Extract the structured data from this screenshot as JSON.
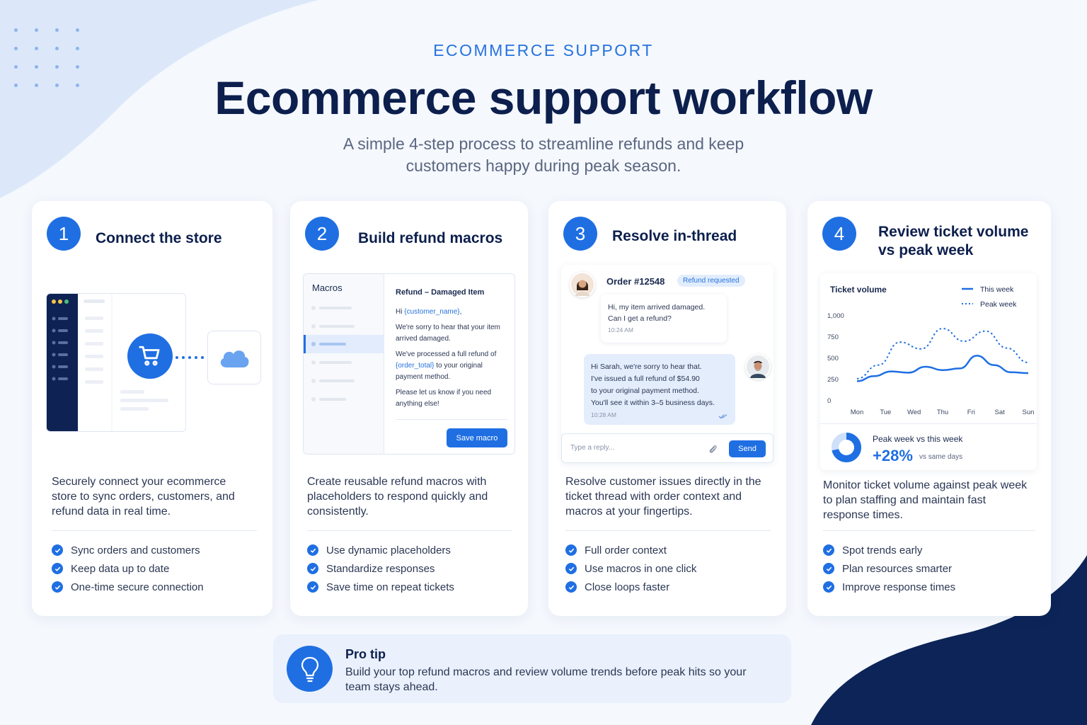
{
  "header": {
    "eyebrow": "ECOMMERCE SUPPORT",
    "title": "Ecommerce support workflow",
    "subtitle": "A simple 4-step process to streamline refunds and keep customers happy during peak season."
  },
  "colors": {
    "accent": "#1f6fe3",
    "navy": "#0c1f4d",
    "light": "#eaf1fd"
  },
  "steps": [
    {
      "number": "1",
      "title": "Connect the store",
      "description": "Securely connect your ecommerce store to sync orders, customers, and refund data in real time.",
      "checks": [
        "Sync orders and customers",
        "Keep data up to date",
        "One-time secure connection"
      ]
    },
    {
      "number": "2",
      "title": "Build refund macros",
      "description": "Create reusable refund macros with placeholders to respond quickly and consistently.",
      "checks": [
        "Use dynamic placeholders",
        "Standardize responses",
        "Save time on repeat tickets"
      ]
    },
    {
      "number": "3",
      "title": "Resolve in-thread",
      "description": "Resolve customer issues directly in the ticket thread with order context and macros at your fingertips.",
      "checks": [
        "Full order context",
        "Use macros in one click",
        "Close loops faster"
      ]
    },
    {
      "number": "4",
      "title": "Review ticket volume vs peak week",
      "description": "Monitor ticket volume against peak week to plan staffing and maintain fast response times.",
      "checks": [
        "Spot trends early",
        "Plan resources smarter",
        "Improve response times"
      ]
    }
  ],
  "macros": {
    "sidebar_title": "Macros",
    "macro_title": "Refund – Damaged Item",
    "greeting_prefix": "Hi ",
    "greeting_placeholder": "{customer_name}",
    "greeting_suffix": ",",
    "line1": "We're sorry to hear that your item arrived damaged.",
    "line2_prefix": "We've processed a full refund of ",
    "line2_placeholder": "{order_total}",
    "line2_suffix": " to your original payment method.",
    "line3": "Please let us know if you need anything else!",
    "save_label": "Save macro"
  },
  "thread": {
    "order": "Order #12548",
    "badge": "Refund requested",
    "customer_msg_1": "Hi, my item arrived damaged.",
    "customer_msg_2": "Can I get a refund?",
    "customer_time": "10:24 AM",
    "agent_msg_1": "Hi Sarah, we're sorry to hear that.",
    "agent_msg_2": "I've issued a full refund of $54.90",
    "agent_msg_3": "to your original payment method.",
    "agent_msg_4": "You'll see it within 3–5 business days.",
    "agent_time": "10:28 AM",
    "reply_placeholder": "Type a reply...",
    "send_label": "Send"
  },
  "chart_data": {
    "type": "line",
    "title": "Ticket volume",
    "categories": [
      "Mon",
      "Tue",
      "Wed",
      "Thu",
      "Fri",
      "Sat",
      "Sun"
    ],
    "yticks": [
      "1,000",
      "750",
      "500",
      "250",
      "0"
    ],
    "ylim": [
      0,
      1000
    ],
    "series": [
      {
        "name": "This week",
        "style": "solid",
        "values": [
          230,
          290,
          345,
          330,
          400,
          360,
          380,
          530,
          420,
          335,
          325
        ]
      },
      {
        "name": "Peak week",
        "style": "dotted",
        "values": [
          260,
          420,
          690,
          610,
          850,
          700,
          820,
          620,
          450
        ]
      }
    ],
    "summary_label": "Peak week vs this week",
    "summary_value": "+28%",
    "summary_sub": "vs same days"
  },
  "protip": {
    "title": "Pro tip",
    "text": "Build your top refund macros and review volume trends before peak hits so your team stays ahead."
  }
}
